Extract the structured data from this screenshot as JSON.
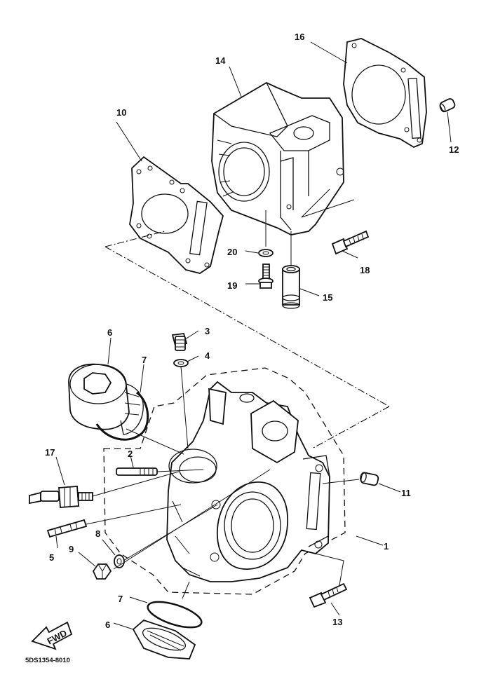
{
  "diagram": {
    "part_labels": [
      "1",
      "2",
      "3",
      "4",
      "5",
      "6",
      "7",
      "8",
      "9",
      "10",
      "11",
      "12",
      "13",
      "14",
      "15",
      "16",
      "17",
      "18",
      "19",
      "20",
      "7",
      "6"
    ],
    "fwd_text": "FWD",
    "drawing_code": "5DS1354-8010"
  }
}
